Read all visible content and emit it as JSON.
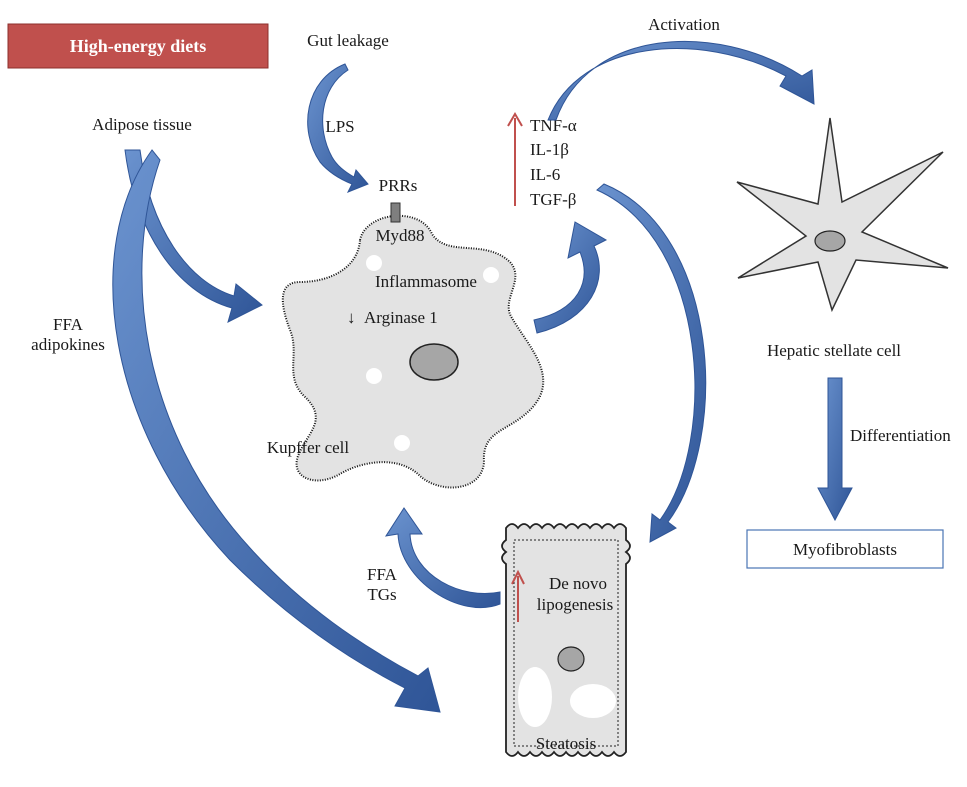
{
  "title_box": {
    "label": "High-energy diets",
    "fill": "#c0504d"
  },
  "inputs": {
    "gut_leakage": "Gut leakage",
    "lps": "LPS",
    "adipose_tissue": "Adipose tissue",
    "ffa_adipokines": [
      "FFA",
      "adipokines"
    ]
  },
  "kupffer": {
    "receptor": "PRRs",
    "adaptor": "Myd88",
    "inflammasome": "Inflammasome",
    "arginase": "Arginase 1",
    "arginase_arrow": "↓",
    "name": "Kupffer cell"
  },
  "cytokines": {
    "up_arrow": "↑",
    "items": [
      "TNF-α",
      "IL-1β",
      "IL-6",
      "TGF-β"
    ]
  },
  "activation": "Activation",
  "stellate": {
    "name": "Hepatic stellate cell"
  },
  "differentiation": "Differentiation",
  "myofibroblasts": "Myofibroblasts",
  "hepatocyte": {
    "up_arrow": "↑",
    "lipogenesis": [
      "De novo",
      "lipogenesis"
    ],
    "steatosis": "Steatosis"
  },
  "ffa_tgs": [
    "FFA",
    "TGs"
  ],
  "colors": {
    "arrow": "#4a74b4",
    "arrow_dark": "#2f5597",
    "up_arrow": "#c0504d",
    "cell_fill": "#e3e3e3",
    "nucleus": "#a6a6a6"
  }
}
